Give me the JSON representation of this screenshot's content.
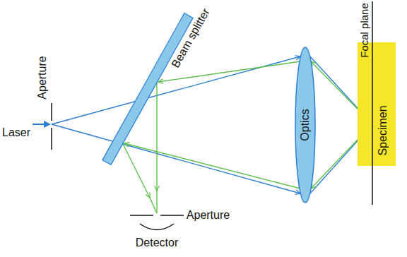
{
  "diagram": {
    "nodes": [
      {
        "text": [
          "Beam splitter"
        ]
      },
      {
        "text": [
          "Optics"
        ]
      },
      {
        "text": [
          "Specimen"
        ]
      }
    ],
    "labels": [
      "Aperture",
      "Laser",
      "Focal plane",
      "Aperture",
      "Detector"
    ]
  }
}
